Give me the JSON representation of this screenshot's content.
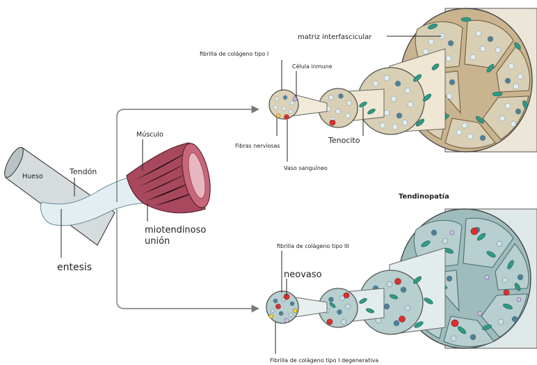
{
  "labels": {
    "hueso": "Hueso",
    "tendon": "Tendón",
    "entesis": "entesis",
    "musculo": "Músculo",
    "miotendinoso_line1": "miotendinoso",
    "miotendinoso_line2": "unión",
    "fibrilla_tipo_i": "fibrilla de colágeno tipo I",
    "celula_inmune": "Célula inmune",
    "fibras_nerviosas": "Fibras nerviosas",
    "vaso_sanguineo": "Vaso sanguíneo",
    "tenocito": "Tenocito",
    "matriz_interfascicular": "matriz interfascicular",
    "tendinopatia": "Tendinopatía",
    "fibrilla_tipo_iii": "fibrilla de colágeno tipo III",
    "neovaso": "neovaso",
    "fibrilla_degenerativa": "Fibrilla de colágeno tipo I degenerativa"
  },
  "colors": {
    "healthy_matrix": "#c9b48f",
    "diseased_matrix": "#9fbcbd",
    "fascicle_fill": "#d9cfb4",
    "fibril_light": "#dce9ec",
    "fibril_blue": "#4f7f95",
    "tenocyte": "#2f9a86",
    "blood_red": "#d8322f",
    "nerve_yellow": "#f0d04a",
    "muscle": "#a8485e",
    "tendon": "#dfeaf0",
    "bone": "#cdd4d6"
  }
}
